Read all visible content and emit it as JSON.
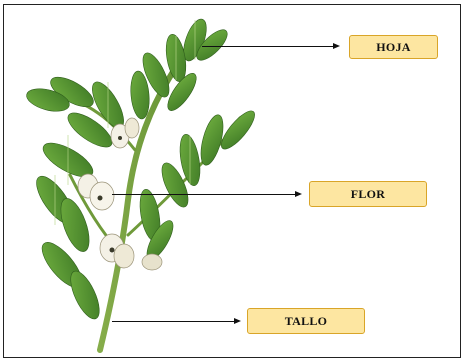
{
  "labels": {
    "leaf": "HOJA",
    "flower": "FLOR",
    "stem": "TALLO"
  },
  "colors": {
    "label_fill": "#fde6a1",
    "label_border": "#d9a528",
    "leaf_green": "#4e8f2e",
    "stem_green": "#6f9a3a",
    "flower_white": "#f4f1e6"
  }
}
